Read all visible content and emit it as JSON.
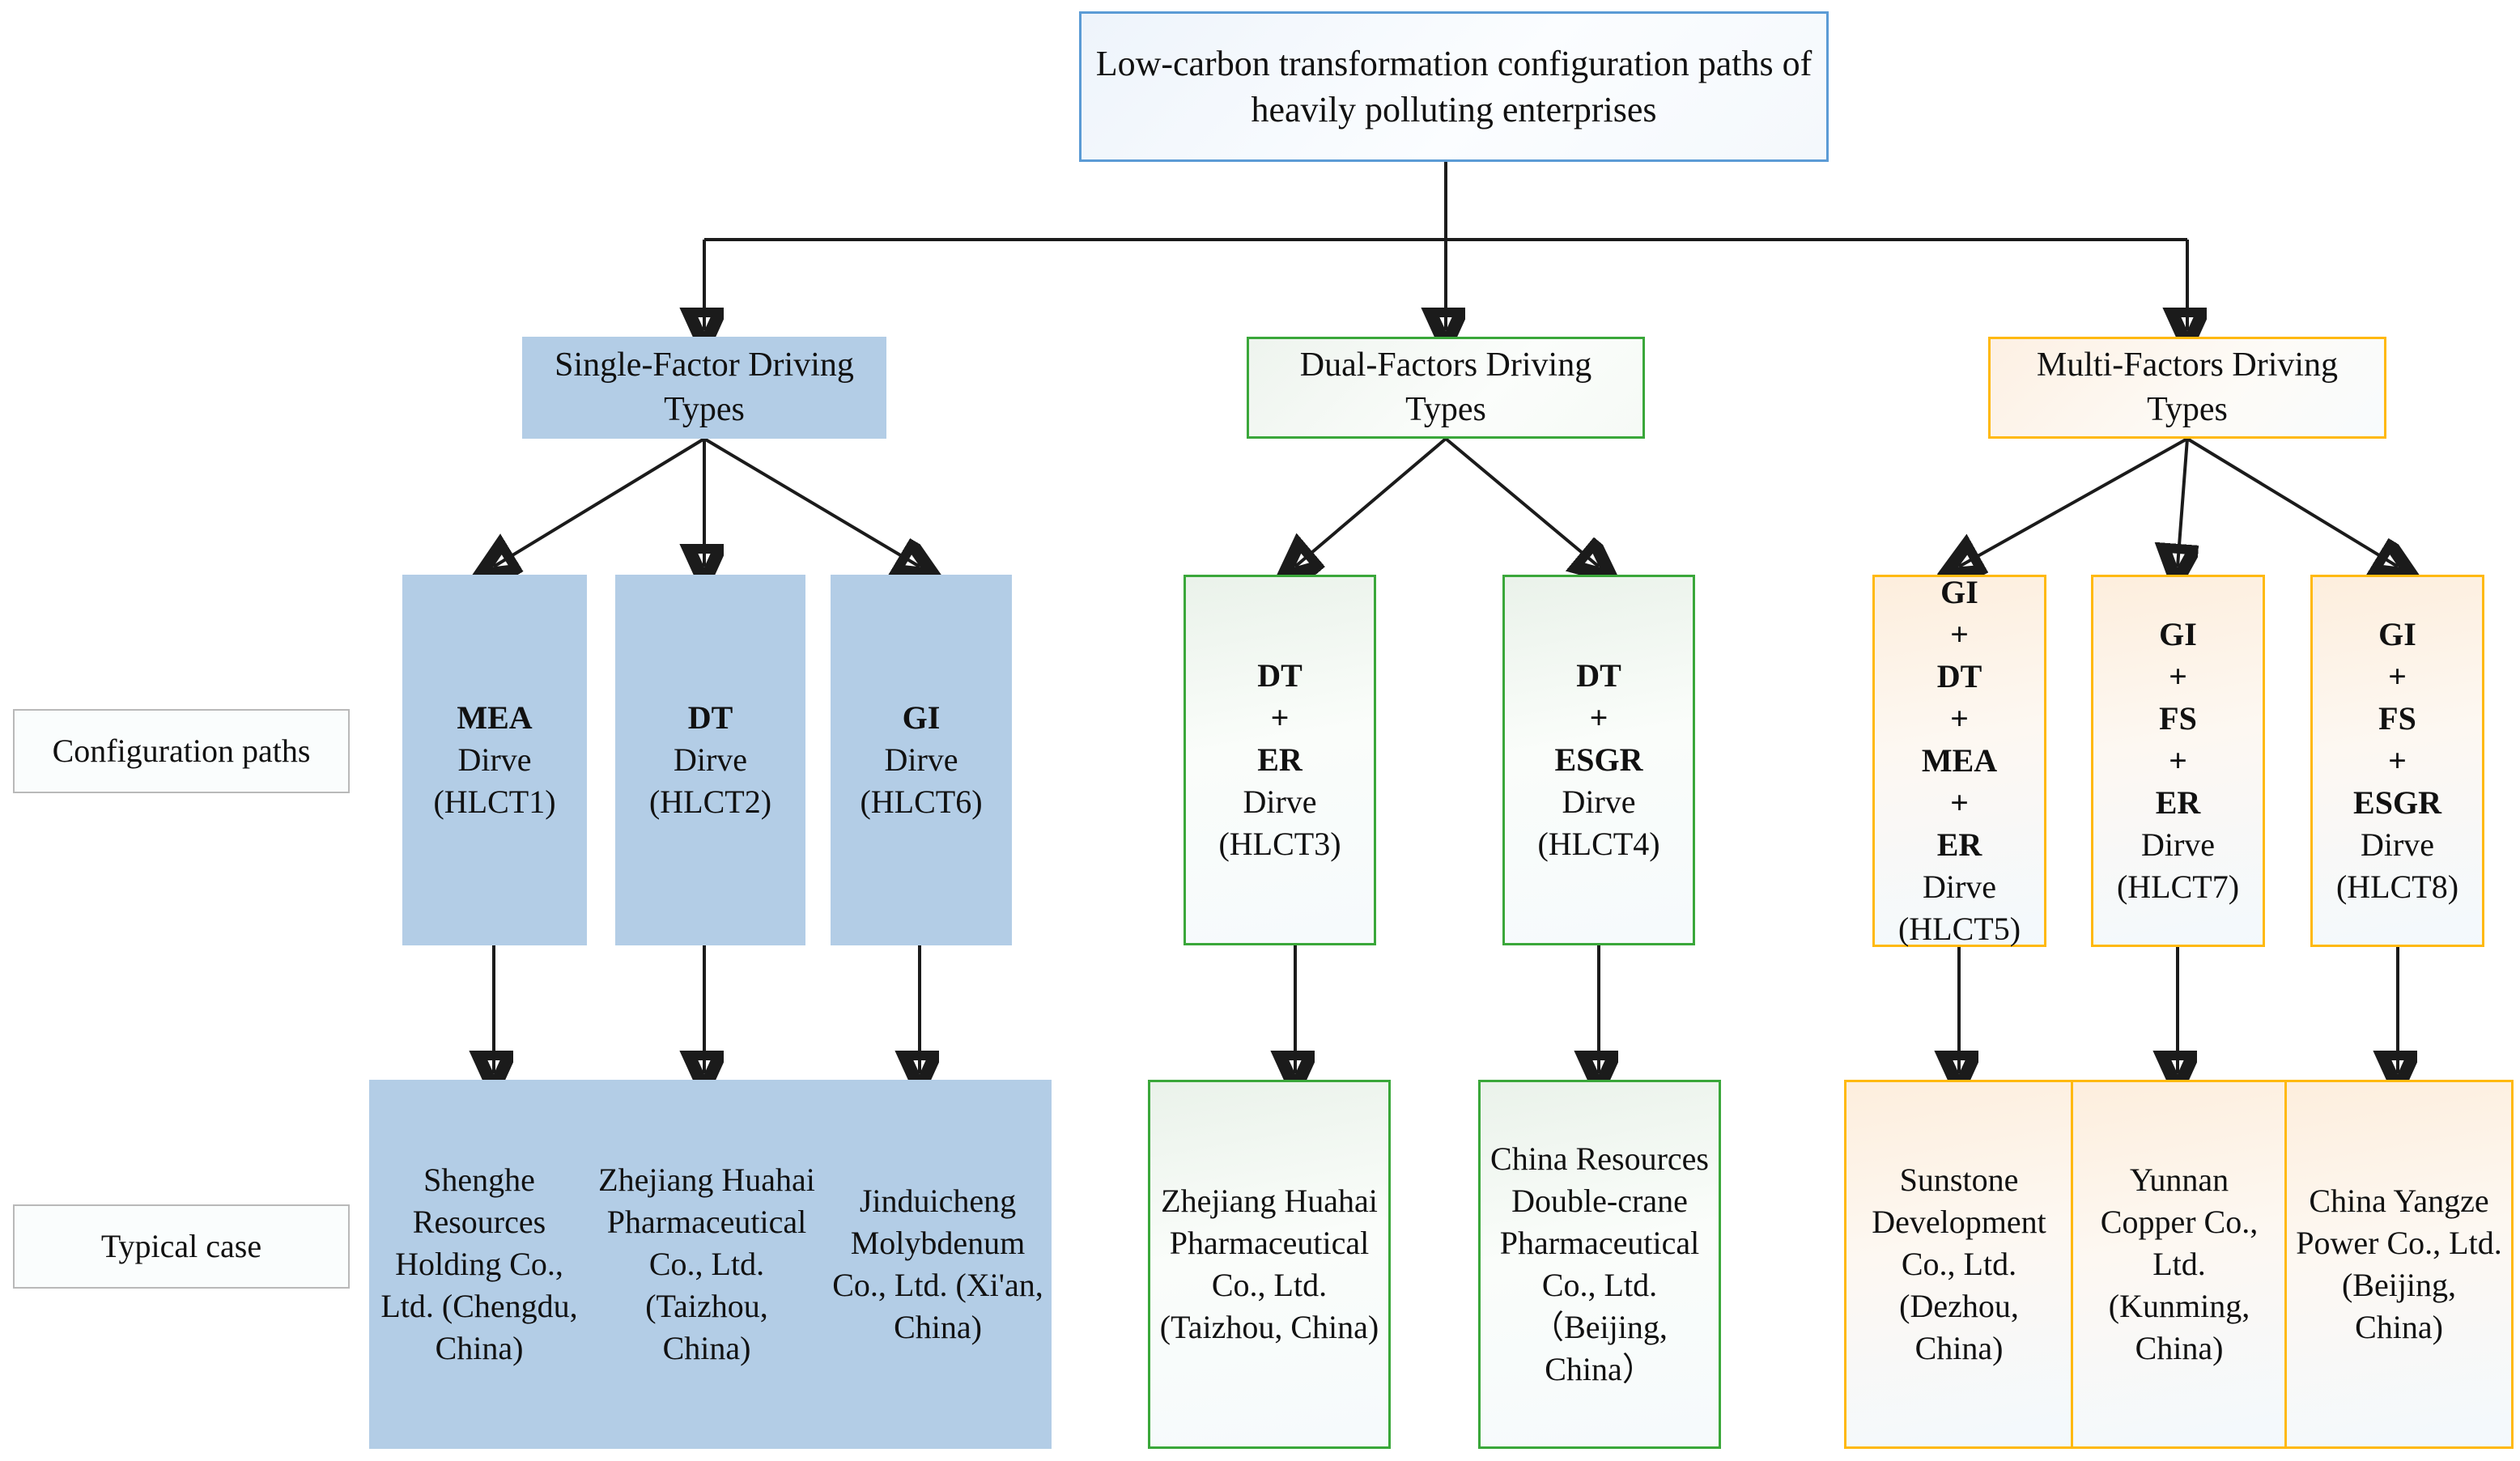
{
  "diagram": {
    "title_box": {
      "text": "Low-carbon transformation configuration paths of heavily polluting enterprises"
    },
    "row_labels": [
      {
        "label": "Configuration paths"
      },
      {
        "label": "Typical case"
      }
    ],
    "colors": {
      "blue_fill": "#b3cde6",
      "blue_border": "#5b9bd5",
      "green_border": "#3aa73a",
      "orange_border": "#ffb90f",
      "label_border": "#b9b9b9",
      "connector": "#1b1b1b"
    },
    "groups": [
      {
        "id": "single",
        "header": "Single-Factor Driving Types",
        "style": "blue",
        "paths": [
          {
            "id": "HLCT1",
            "factors": "MEA",
            "drive": "Dirve",
            "code": "(HLCT1)"
          },
          {
            "id": "HLCT2",
            "factors": "DT",
            "drive": "Dirve",
            "code": "(HLCT2)"
          },
          {
            "id": "HLCT6",
            "factors": "GI",
            "drive": "Dirve",
            "code": "(HLCT6)"
          }
        ],
        "cases": [
          {
            "name": "Shenghe Resources Holding Co., Ltd. (Chengdu, China)"
          },
          {
            "name": "Zhejiang Huahai Pharmaceutical Co., Ltd. (Taizhou, China)"
          },
          {
            "name": "Jinduicheng Molybdenum Co., Ltd. (Xi'an, China)"
          }
        ]
      },
      {
        "id": "dual",
        "header": "Dual-Factors Driving Types",
        "style": "green",
        "paths": [
          {
            "id": "HLCT3",
            "factors": "DT\n+\nER",
            "drive": "Dirve",
            "code": "(HLCT3)"
          },
          {
            "id": "HLCT4",
            "factors": "DT\n+\nESGR",
            "drive": "Dirve",
            "code": "(HLCT4)"
          }
        ],
        "cases": [
          {
            "name": "Zhejiang Huahai Pharmaceutical Co., Ltd. (Taizhou, China)"
          },
          {
            "name": "China Resources Double-crane Pharmaceutical Co., Ltd. （Beijing, China）"
          }
        ]
      },
      {
        "id": "multi",
        "header": "Multi-Factors Driving Types",
        "style": "orange",
        "paths": [
          {
            "id": "HLCT5",
            "factors": "GI\n+\nDT\n+\nMEA\n+\nER",
            "drive": "Dirve",
            "code": "(HLCT5)"
          },
          {
            "id": "HLCT7",
            "factors": "GI\n+\nFS\n+\nER",
            "drive": "Dirve",
            "code": "(HLCT7)"
          },
          {
            "id": "HLCT8",
            "factors": "GI\n+\nFS\n+\nESGR",
            "drive": "Dirve",
            "code": "(HLCT8)"
          }
        ],
        "cases": [
          {
            "name": "Sunstone Development Co., Ltd. (Dezhou, China)"
          },
          {
            "name": "Yunnan Copper Co., Ltd. (Kunming, China)"
          },
          {
            "name": "China Yangze Power Co., Ltd. (Beijing, China)"
          }
        ]
      }
    ]
  }
}
